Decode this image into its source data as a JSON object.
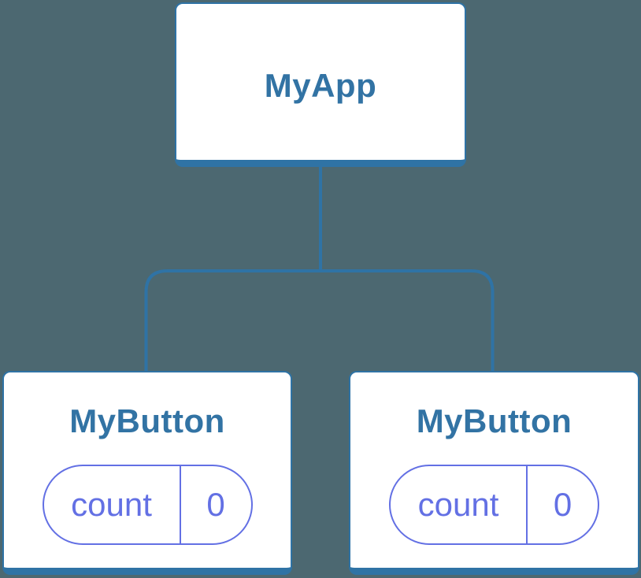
{
  "colors": {
    "background": "#4C6871",
    "node_stroke": "#2F73A5",
    "node_fill": "#FFFFFF",
    "label_blue": "#3273A4",
    "state_purple": "#6370E4"
  },
  "tree": {
    "root": {
      "label": "MyApp"
    },
    "children": [
      {
        "label": "MyButton",
        "state": {
          "name": "count",
          "value": "0"
        }
      },
      {
        "label": "MyButton",
        "state": {
          "name": "count",
          "value": "0"
        }
      }
    ]
  }
}
